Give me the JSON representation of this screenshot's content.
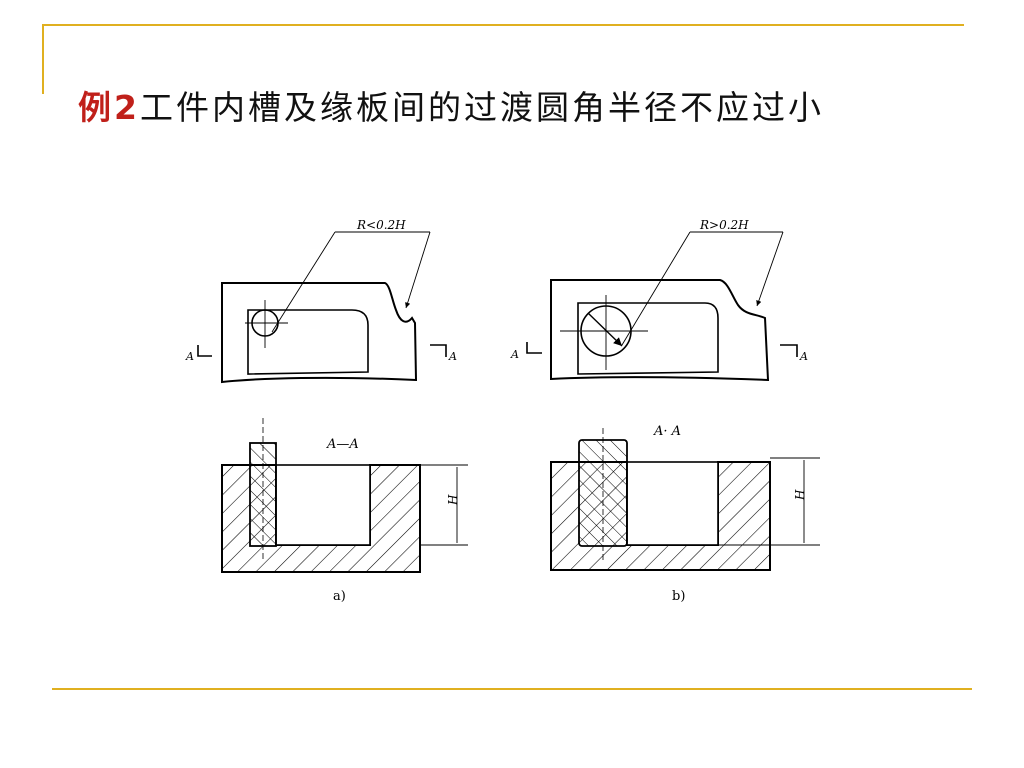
{
  "slide": {
    "title_prefix": "例2",
    "title_text": "工件内槽及缘板间的过渡圆角半径不应过小",
    "accent_color": "#c0201a",
    "rule_color": "#e0b020"
  },
  "figure": {
    "a": {
      "radius_note": "R<0.2H",
      "section_left_label": "A",
      "section_right_label": "A",
      "section_title": "A—A",
      "height_label": "H",
      "caption": "a)"
    },
    "b": {
      "radius_note": "R>0.2H",
      "section_left_label": "A",
      "section_right_label": "A",
      "section_title": "A· A",
      "height_label": "H",
      "caption": "b)"
    }
  }
}
